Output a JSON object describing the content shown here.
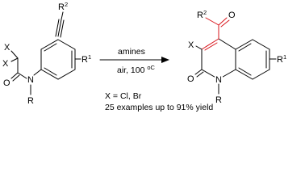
{
  "reactant": {
    "r2": "R",
    "r2_sup": "2",
    "x_top": "X",
    "x_bottom": "X",
    "carbonyl_o": "O",
    "amide_n": "N",
    "n_substituent": "R",
    "ring_r1": "R",
    "ring_r1_sup": "1"
  },
  "conditions": {
    "reagent": "amines",
    "air": "air, 100 ",
    "temp_unit": "oC",
    "halogens": "X = Cl, Br",
    "scope": "25 examples up to 91% yield"
  },
  "product": {
    "r2": "R",
    "r2_sup": "2",
    "ketone_o": "O",
    "x": "X",
    "lactam_o": "O",
    "n": "N",
    "n_substituent": "R",
    "ring_r1": "R",
    "ring_r1_sup": "1"
  },
  "colors": {
    "highlight": "#d9141b",
    "ink": "#000000"
  }
}
